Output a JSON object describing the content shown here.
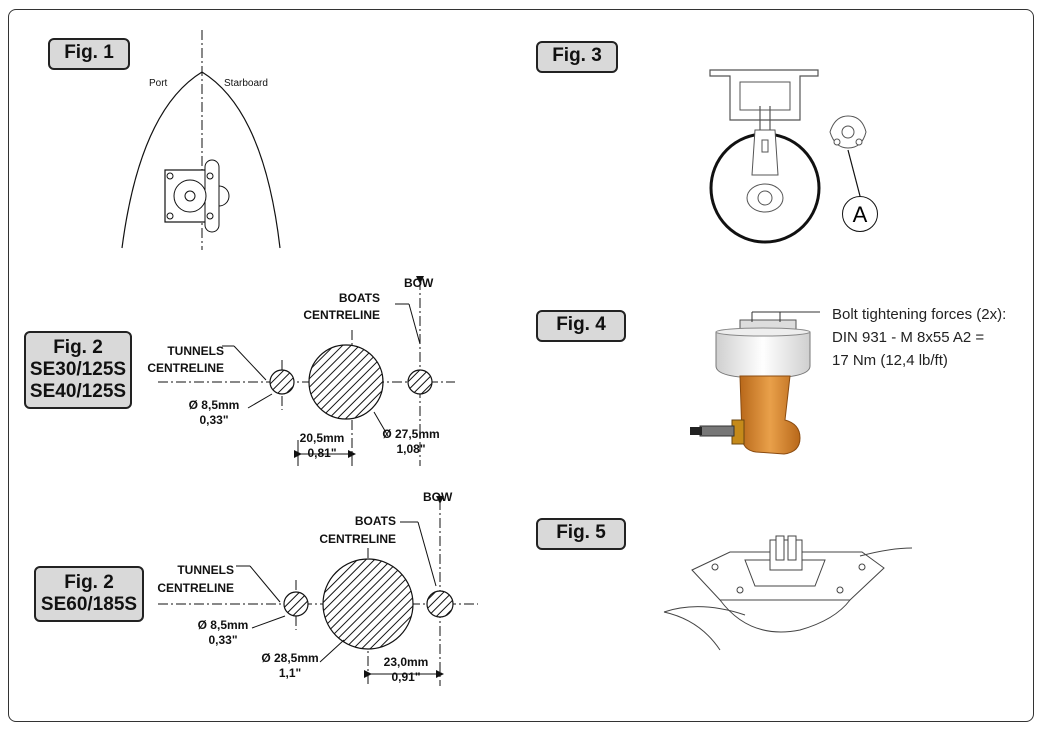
{
  "figures": {
    "fig1": {
      "label": "Fig. 1",
      "port": "Port",
      "starboard": "Starboard"
    },
    "fig3": {
      "label": "Fig. 3",
      "callout": "A"
    },
    "fig4": {
      "label": "Fig. 4",
      "note_line1": "Bolt tightening forces (2x):",
      "note_line2": "DIN 931 - M 8x55 A2 =",
      "note_line3": "17 Nm (12,4 lb/ft)"
    },
    "fig5": {
      "label": "Fig. 5"
    },
    "fig2a": {
      "label_line1": "Fig. 2",
      "label_line2": "SE30/125S",
      "label_line3": "SE40/125S",
      "bow": "BOW",
      "boats_line1": "BOATS",
      "boats_line2": "CENTRELINE",
      "tunnels_line1": "TUNNELS",
      "tunnels_line2": "CENTRELINE",
      "small_dia_mm": "Ø 8,5mm",
      "small_dia_in": "0,33\"",
      "offset_mm": "20,5mm",
      "offset_in": "0,81\"",
      "large_dia_mm": "Ø 27,5mm",
      "large_dia_in": "1,08\""
    },
    "fig2b": {
      "label_line1": "Fig. 2",
      "label_line2": "SE60/185S",
      "bow": "BOW",
      "boats_line1": "BOATS",
      "boats_line2": "CENTRELINE",
      "tunnels_line1": "TUNNELS",
      "tunnels_line2": "CENTRELINE",
      "small_dia_mm": "Ø 8,5mm",
      "small_dia_in": "0,33\"",
      "large_dia_mm": "Ø 28,5mm",
      "large_dia_in": "1,1\"",
      "offset_mm": "23,0mm",
      "offset_in": "0,91\""
    }
  },
  "colors": {
    "motor_orange": "#d98a2b",
    "label_fill": "#d9d9d9",
    "line": "#111111"
  }
}
